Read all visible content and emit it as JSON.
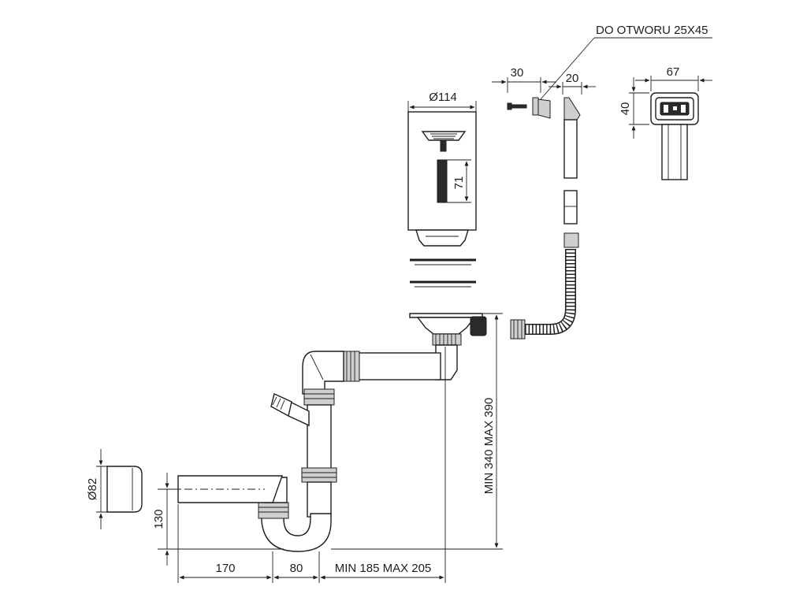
{
  "labels": {
    "hole_note": "DO OTWORU 25X45",
    "width_30": "30",
    "width_20": "20",
    "width_67": "67",
    "height_40": "40",
    "diameter_114": "Ø114",
    "height_71": "71",
    "diameter_82": "Ø82",
    "height_130": "130",
    "length_170": "170",
    "length_80": "80",
    "range_horizontal": "MIN 185 MAX 205",
    "range_vertical": "MIN 340 MAX 390"
  }
}
